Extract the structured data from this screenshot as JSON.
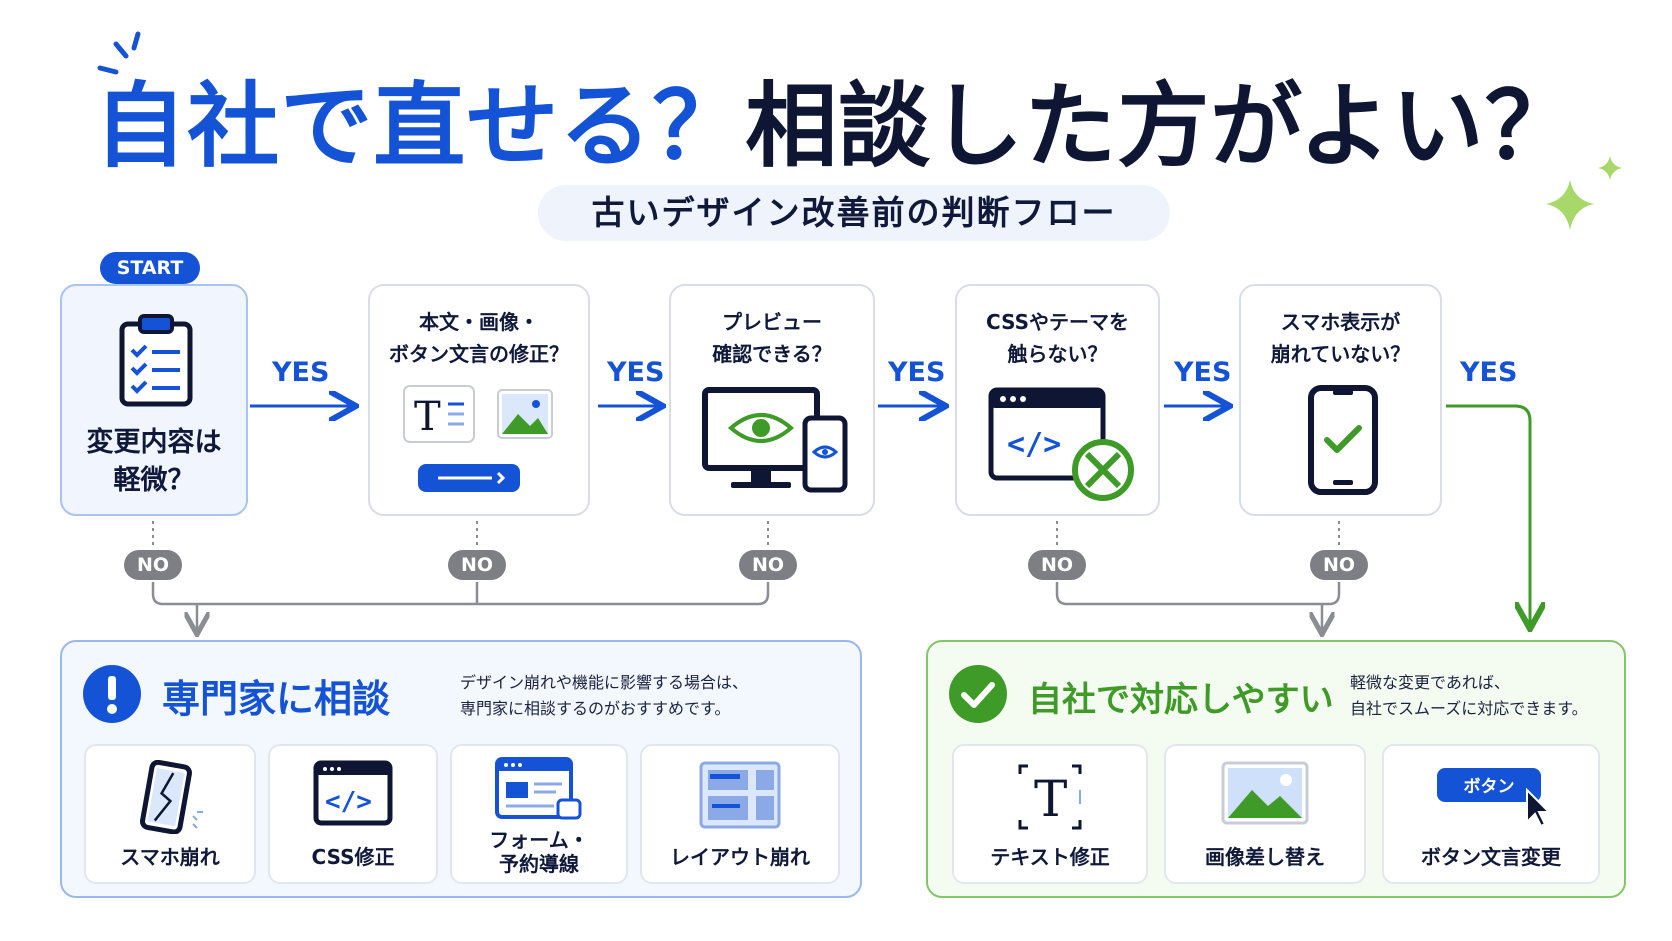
{
  "title": {
    "part1": "自社で直せる？",
    "part2": "相談した方がよい？"
  },
  "subtitle": "古いデザイン改善前の判断フロー",
  "start_label": "START",
  "steps": [
    {
      "label_line1": "変更内容は",
      "label_line2": "軽微？"
    },
    {
      "q_line1": "本文・画像・",
      "q_line2": "ボタン文言の修正？"
    },
    {
      "q_line1": "プレビュー",
      "q_line2": "確認できる？"
    },
    {
      "q_line1": "CSSやテーマを",
      "q_line2": "触らない？"
    },
    {
      "q_line1": "スマホ表示が",
      "q_line2": "崩れていない？"
    }
  ],
  "yes_label": "YES",
  "no_label": "NO",
  "consult_panel": {
    "title": "専門家に相談",
    "desc_line1": "デザイン崩れや機能に影響する場合は、",
    "desc_line2": "専門家に相談するのがおすすめです。",
    "cards": [
      {
        "label_line1": "スマホ崩れ",
        "label_line2": ""
      },
      {
        "label_line1": "CSS修正",
        "label_line2": ""
      },
      {
        "label_line1": "フォーム・",
        "label_line2": "予約導線"
      },
      {
        "label_line1": "レイアウト崩れ",
        "label_line2": ""
      }
    ]
  },
  "self_panel": {
    "title": "自社で対応しやすい",
    "desc_line1": "軽微な変更であれば、",
    "desc_line2": "自社でスムーズに対応できます。",
    "cards": [
      {
        "label": "テキスト修正"
      },
      {
        "label": "画像差し替え",
        "inner": ""
      },
      {
        "label": "ボタン文言変更",
        "inner": "ボタン"
      }
    ]
  },
  "colors": {
    "blue": "#1553d6",
    "dark": "#0e1633",
    "green": "#3f9b28",
    "gray": "#7d7f85"
  }
}
